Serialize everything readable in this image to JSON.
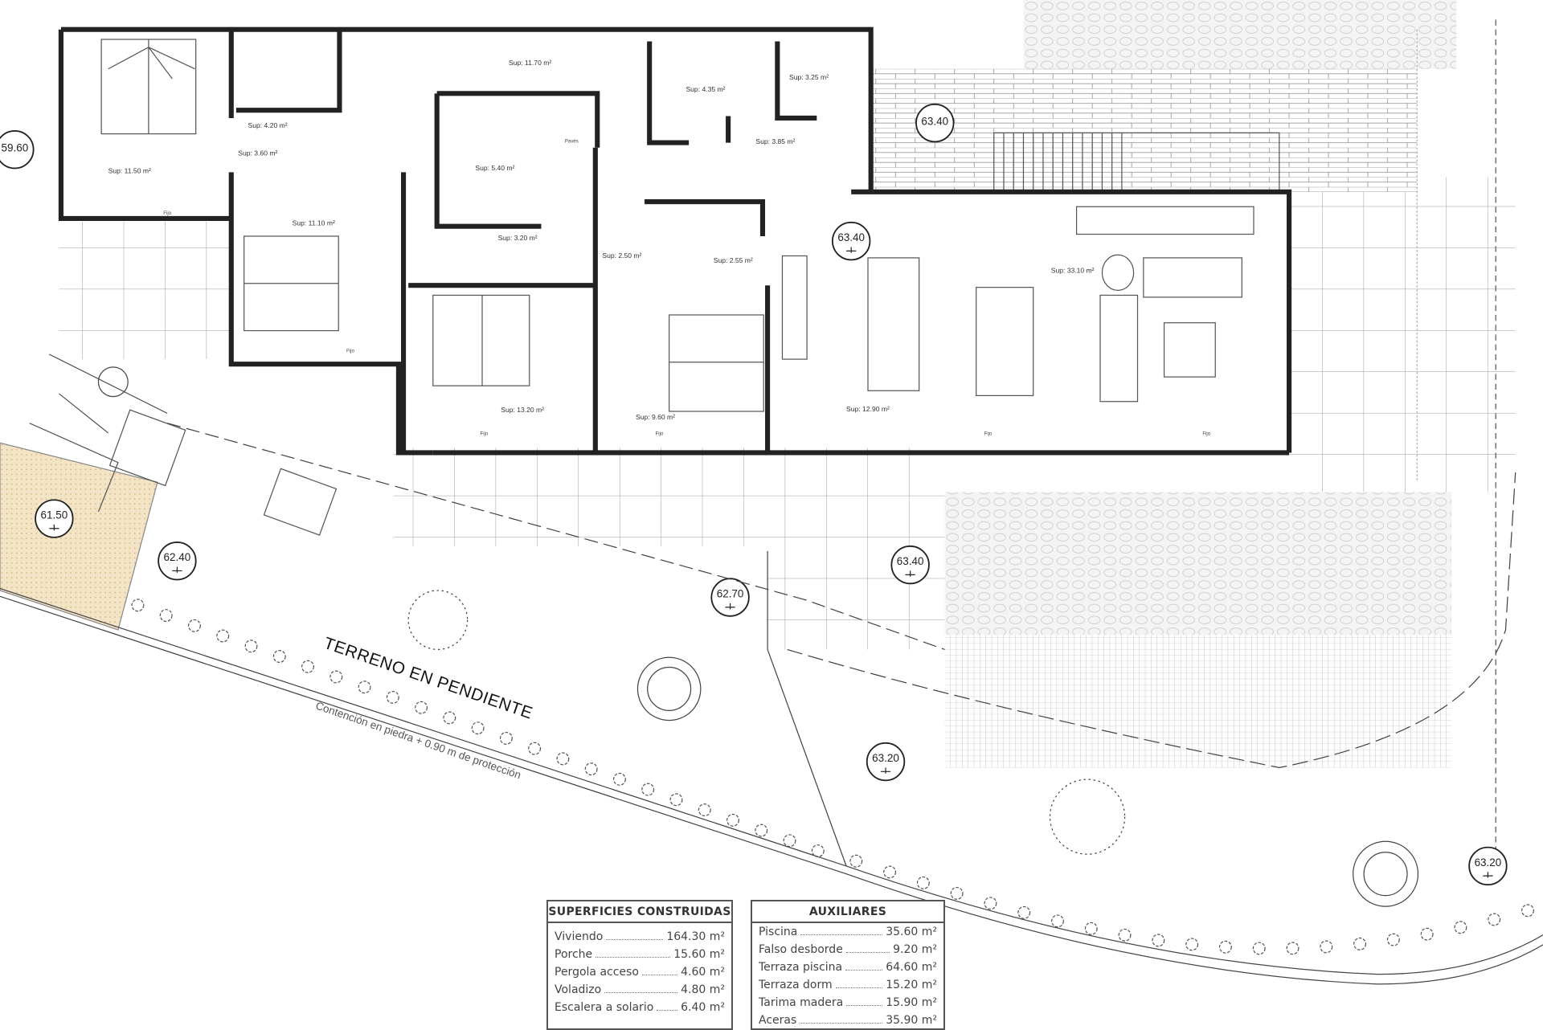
{
  "plan": {
    "rooms": [
      {
        "label": "Sup: 11.50 m²"
      },
      {
        "label": "Sup: 4.20 m²"
      },
      {
        "label": "Sup: 3.60 m²"
      },
      {
        "label": "Sup: 11.70 m²"
      },
      {
        "label": "Sup: 5.40 m²"
      },
      {
        "label": "Sup: 11.10 m²"
      },
      {
        "label": "Sup: 3.20 m²"
      },
      {
        "label": "Sup: 13.20 m²"
      },
      {
        "label": "Sup: 2.50 m²"
      },
      {
        "label": "Sup: 2.55 m²"
      },
      {
        "label": "Sup: 9.60 m²"
      },
      {
        "label": "Sup: 4.35 m²"
      },
      {
        "label": "Sup: 3.25 m²"
      },
      {
        "label": "Sup: 3.85 m²"
      },
      {
        "label": "Sup: 12.90 m²"
      },
      {
        "label": "Sup: 33.10 m²"
      }
    ],
    "window_label": "Fijo",
    "paves_label": "Pavés",
    "elevations": [
      "59.60",
      "63.40",
      "63.40",
      "61.50",
      "62.40",
      "62.70",
      "63.40",
      "63.20",
      "63.20"
    ],
    "terrain_label": "TERRENO EN PENDIENTE",
    "retaining_note": "Contención en piedra + 0.90 m de protección"
  },
  "superficies": {
    "title": "SUPERFICIES CONSTRUIDAS",
    "rows": [
      {
        "name": "Viviendo",
        "value": "164.30 m²"
      },
      {
        "name": "Porche",
        "value": "15.60 m²"
      },
      {
        "name": "Pergola acceso",
        "value": "4.60 m²"
      },
      {
        "name": "Voladizo",
        "value": "4.80 m²"
      },
      {
        "name": "Escalera a solario",
        "value": "6.40 m²"
      }
    ]
  },
  "auxiliares": {
    "title": "AUXILIARES",
    "rows": [
      {
        "name": "Piscina",
        "value": "35.60 m²"
      },
      {
        "name": "Falso desborde",
        "value": "9.20 m²"
      },
      {
        "name": "Terraza piscina",
        "value": "64.60 m²"
      },
      {
        "name": "Terraza dorm",
        "value": "15.20 m²"
      },
      {
        "name": "Tarima madera",
        "value": "15.90 m²"
      },
      {
        "name": "Aceras",
        "value": "35.90 m²"
      }
    ]
  }
}
